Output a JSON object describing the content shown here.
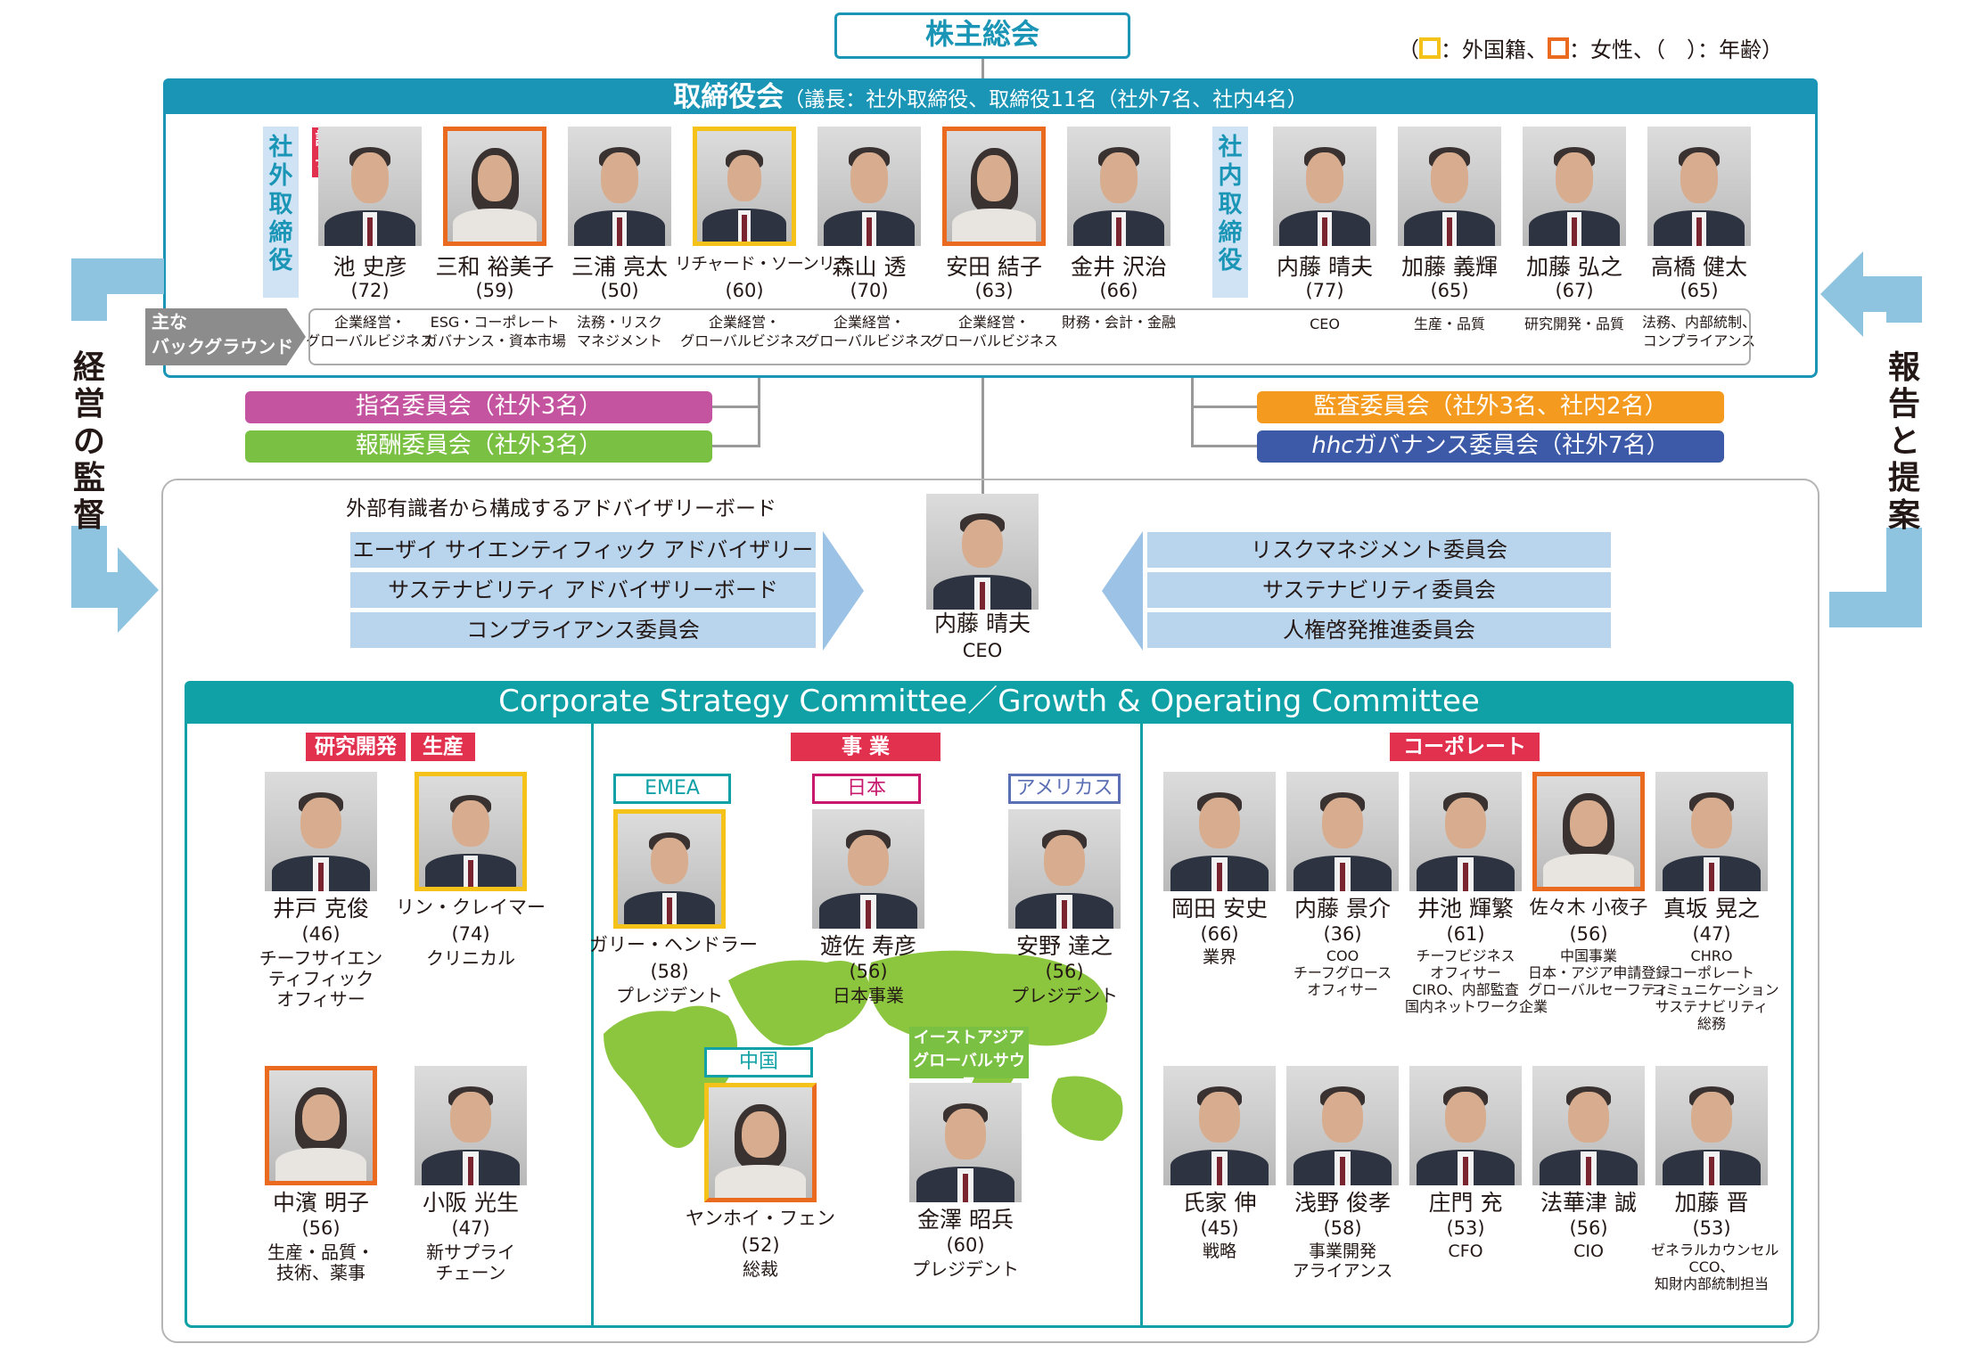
{
  "top": {
    "shareholders": "株主総会",
    "legend": {
      "open": "（",
      "foreign": "：外国籍、",
      "female": "：女性、",
      "age": "（　）：年齢）"
    },
    "colors": {
      "foreign": "#f4c218",
      "female": "#ea6a1f",
      "teal": "#0fa1a5",
      "board_header": "#1a95b6"
    }
  },
  "board": {
    "title": "取締役会",
    "subtitle": "（議長：社外取締役、取締役11名（社外7名、社内4名）",
    "outside_label": "社外取締役",
    "inside_label": "社内取締役",
    "chair_badge": "議長",
    "background_label_1": "主な",
    "background_label_2": "バックグラウンド",
    "outside": [
      {
        "name": "池 史彦",
        "age": "(72)",
        "bg1": "企業経営・",
        "bg2": "グローバルビジネス",
        "frame": "none",
        "gender": "m"
      },
      {
        "name": "三和 裕美子",
        "age": "(59)",
        "bg1": "ESG・コーポレート",
        "bg2": "ガバナンス・資本市場",
        "frame": "orange",
        "gender": "f"
      },
      {
        "name": "三浦 亮太",
        "age": "(50)",
        "bg1": "法務・リスク",
        "bg2": "マネジメント",
        "frame": "none",
        "gender": "m"
      },
      {
        "name": "リチャード・ソーンリー",
        "age": "(60)",
        "bg1": "企業経営・",
        "bg2": "グローバルビジネス",
        "frame": "yellow",
        "gender": "m"
      },
      {
        "name": "森山 透",
        "age": "(70)",
        "bg1": "企業経営・",
        "bg2": "グローバルビジネス",
        "frame": "none",
        "gender": "m"
      },
      {
        "name": "安田 結子",
        "age": "(63)",
        "bg1": "企業経営・",
        "bg2": "グローバルビジネス",
        "frame": "orange",
        "gender": "f"
      },
      {
        "name": "金井 沢治",
        "age": "(66)",
        "bg1": "財務・会計・金融",
        "bg2": "",
        "frame": "none",
        "gender": "m"
      }
    ],
    "inside": [
      {
        "name": "内藤 晴夫",
        "age": "(77)",
        "bg1": "CEO",
        "bg2": "",
        "frame": "none",
        "gender": "m"
      },
      {
        "name": "加藤 義輝",
        "age": "(65)",
        "bg1": "生産・品質",
        "bg2": "",
        "frame": "none",
        "gender": "m"
      },
      {
        "name": "加藤 弘之",
        "age": "(67)",
        "bg1": "研究開発・品質",
        "bg2": "",
        "frame": "none",
        "gender": "m"
      },
      {
        "name": "高橋 健太",
        "age": "(65)",
        "bg1": "法務、内部統制、",
        "bg2": "コンプライアンス",
        "frame": "none",
        "gender": "m"
      }
    ]
  },
  "committees": {
    "nomination": "指名委員会（社外3名）",
    "compensation": "報酬委員会（社外3名）",
    "audit": "監査委員会（社外3名、社内2名）",
    "hhc_italic": "hhc",
    "hhc_rest": "ガバナンス委員会（社外7名）",
    "colors": {
      "nomination": "#c4549f",
      "compensation": "#7ac042",
      "audit": "#f39a1f",
      "hhc": "#3c5aa8"
    }
  },
  "side": {
    "left": "経営の監督",
    "right": "報告と提案"
  },
  "advisory": {
    "caption": "外部有識者から構成するアドバイザリーボード",
    "left": [
      "エーザイ サイエンティフィック アドバイザリーボード",
      "サステナビリティ アドバイザリーボード",
      "コンプライアンス委員会"
    ],
    "right": [
      "リスクマネジメント委員会",
      "サステナビリティ委員会",
      "人権啓発推進委員会"
    ]
  },
  "ceo": {
    "name": "内藤 晴夫",
    "title": "CEO"
  },
  "csc": {
    "title": "Corporate Strategy Committee／Growth & Operating Committee",
    "rd_label": "研究開発",
    "prod_label": "生産",
    "business_label": "事 業",
    "corporate_label": "コーポレート",
    "region_labels": {
      "emea": "EMEA",
      "japan": "日本",
      "americas": "アメリカス",
      "china": "中国",
      "eastasia1": "イーストアジア",
      "eastasia2": "グローバルサウス"
    },
    "region_colors": {
      "emea": "#0fa1a5",
      "japan": "#c7186d",
      "americas": "#5b6fb5",
      "china": "#0fa1a5",
      "eastasia": "#7ac042"
    },
    "left_members": [
      {
        "name": "井戸 克俊",
        "age": "(46)",
        "roles": [
          "チーフサイエン",
          "ティフィック",
          "オフィサー"
        ],
        "frame": "none",
        "gender": "m"
      },
      {
        "name": "リン・クレイマー",
        "age": "(74)",
        "roles": [
          "クリニカル"
        ],
        "frame": "yellow",
        "gender": "m"
      },
      {
        "name": "中濱 明子",
        "age": "(56)",
        "roles": [
          "生産・品質・",
          "技術、薬事"
        ],
        "frame": "orange",
        "gender": "f"
      },
      {
        "name": "小阪 光生",
        "age": "(47)",
        "roles": [
          "新サプライ",
          "チェーン"
        ],
        "frame": "none",
        "gender": "m"
      }
    ],
    "business_members": [
      {
        "name": "ガリー・ヘンドラー",
        "age": "(58)",
        "roles": [
          "プレジデント"
        ],
        "frame": "yellow",
        "gender": "m"
      },
      {
        "name": "遊佐 寿彦",
        "age": "(56)",
        "roles": [
          "日本事業"
        ],
        "frame": "none",
        "gender": "m"
      },
      {
        "name": "安野 達之",
        "age": "(56)",
        "roles": [
          "プレジデント"
        ],
        "frame": "none",
        "gender": "m"
      },
      {
        "name": "ヤンホイ・フェン",
        "age": "(52)",
        "roles": [
          "総裁"
        ],
        "frame": "mixed",
        "gender": "f"
      },
      {
        "name": "金澤 昭兵",
        "age": "(60)",
        "roles": [
          "プレジデント"
        ],
        "frame": "none",
        "gender": "m"
      }
    ],
    "corporate_members": [
      {
        "name": "岡田 安史",
        "age": "(66)",
        "roles": [
          "業界"
        ],
        "frame": "none",
        "gender": "m"
      },
      {
        "name": "内藤 景介",
        "age": "(36)",
        "roles": [
          "COO",
          "チーフグロース",
          "オフィサー"
        ],
        "frame": "none",
        "gender": "m"
      },
      {
        "name": "井池 輝繁",
        "age": "(61)",
        "roles": [
          "チーフビジネス",
          "オフィサー",
          "CIRO、内部監査",
          "国内ネットワーク企業"
        ],
        "frame": "none",
        "gender": "m"
      },
      {
        "name": "佐々木 小夜子",
        "age": "(56)",
        "roles": [
          "中国事業",
          "日本・アジア申請登録",
          "グローバルセーフティ"
        ],
        "frame": "orange",
        "gender": "f"
      },
      {
        "name": "真坂 晃之",
        "age": "(47)",
        "roles": [
          "CHRO",
          "コーポレート",
          "コミュニケーション",
          "サステナビリティ",
          "総務"
        ],
        "frame": "none",
        "gender": "m"
      },
      {
        "name": "氏家 伸",
        "age": "(45)",
        "roles": [
          "戦略"
        ],
        "frame": "none",
        "gender": "m"
      },
      {
        "name": "浅野 俊孝",
        "age": "(58)",
        "roles": [
          "事業開発",
          "アライアンス"
        ],
        "frame": "none",
        "gender": "m"
      },
      {
        "name": "庄門 充",
        "age": "(53)",
        "roles": [
          "CFO"
        ],
        "frame": "none",
        "gender": "m"
      },
      {
        "name": "法華津 誠",
        "age": "(56)",
        "roles": [
          "CIO"
        ],
        "frame": "none",
        "gender": "m"
      },
      {
        "name": "加藤 晋",
        "age": "(53)",
        "roles": [
          "ゼネラルカウンセル",
          "CCO、",
          "知財内部統制担当"
        ],
        "frame": "none",
        "gender": "m"
      }
    ]
  }
}
